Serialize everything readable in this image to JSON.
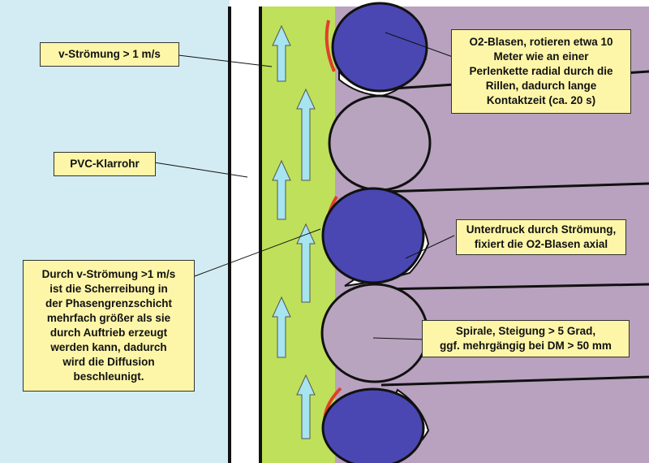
{
  "labels": {
    "v_stroemung": "v-Strömung > 1 m/s",
    "pvc": "PVC-Klarrohr",
    "scherreibung": "Durch v-Strömung >1 m/s\nist die Scherreibung in\nder Phasengrenzschicht\nmehrfach größer als sie\ndurch Auftrieb erzeugt\nwerden kann, dadurch\nwird die Diffusion\nbeschleunigt.",
    "o2_blasen": "O2-Blasen, rotieren etwa 10\nMeter wie an einer\nPerlenkette radial durch die\nRillen, dadurch lange\nKontaktzeit (ca. 20 s)",
    "unterdruck": "Unterdruck durch Strömung,\nfixiert die O2-Blasen axial",
    "spirale": "Spirale, Steigung > 5 Grad,\nggf. mehrgängig bei DM > 50 mm"
  },
  "colors": {
    "water_left": "#d3ecf3",
    "green_flow": "#bfe05a",
    "purple_bg": "#b8a2bf",
    "bubble_blue": "#4a47b3",
    "bubble_purple": "#b9a4c0",
    "arrow": "#a6e4f0",
    "red_edge": "#e0402a",
    "label_bg": "#fdf6a8"
  }
}
